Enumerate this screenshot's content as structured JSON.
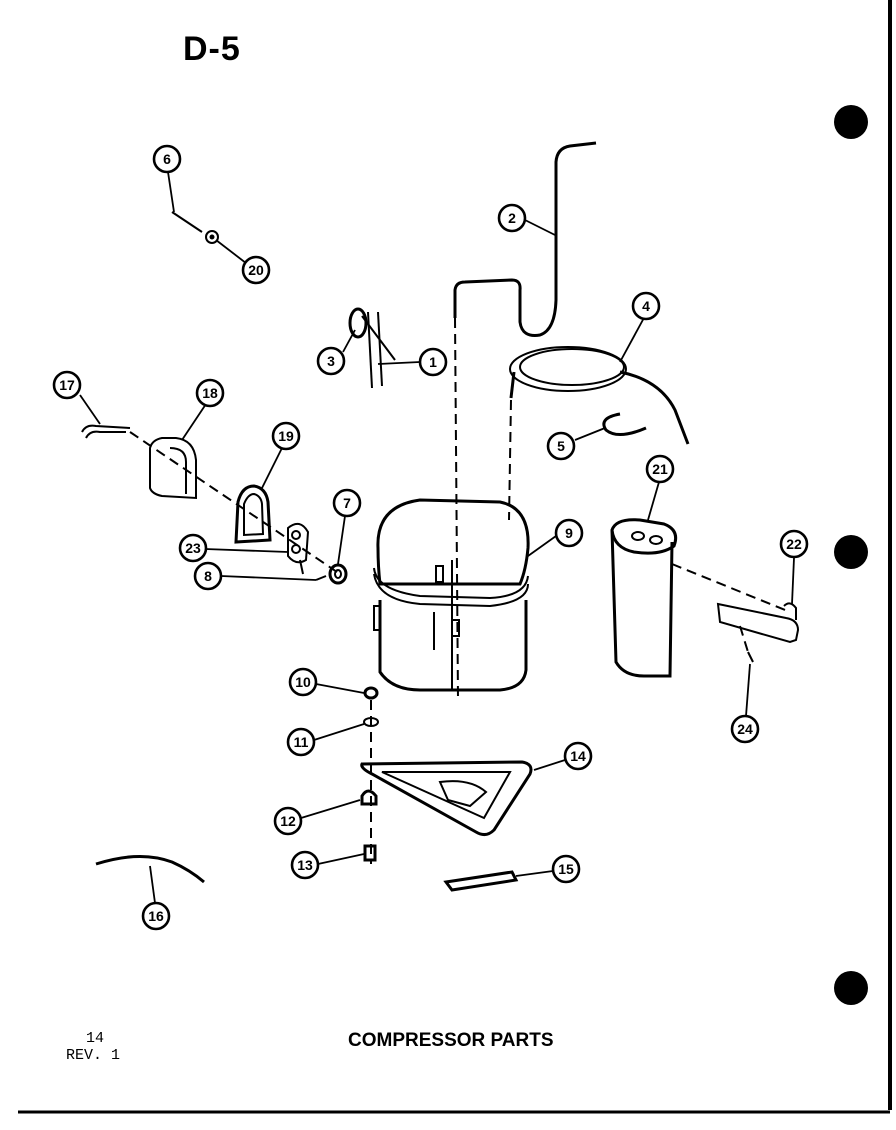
{
  "page_id": "D-5",
  "page_number": "14",
  "revision": "REV. 1",
  "title": "COMPRESSOR PARTS",
  "callouts": [
    "1",
    "2",
    "3",
    "4",
    "5",
    "6",
    "7",
    "8",
    "9",
    "10",
    "11",
    "12",
    "13",
    "14",
    "15",
    "16",
    "17",
    "18",
    "19",
    "20",
    "21",
    "22",
    "23",
    "24"
  ]
}
